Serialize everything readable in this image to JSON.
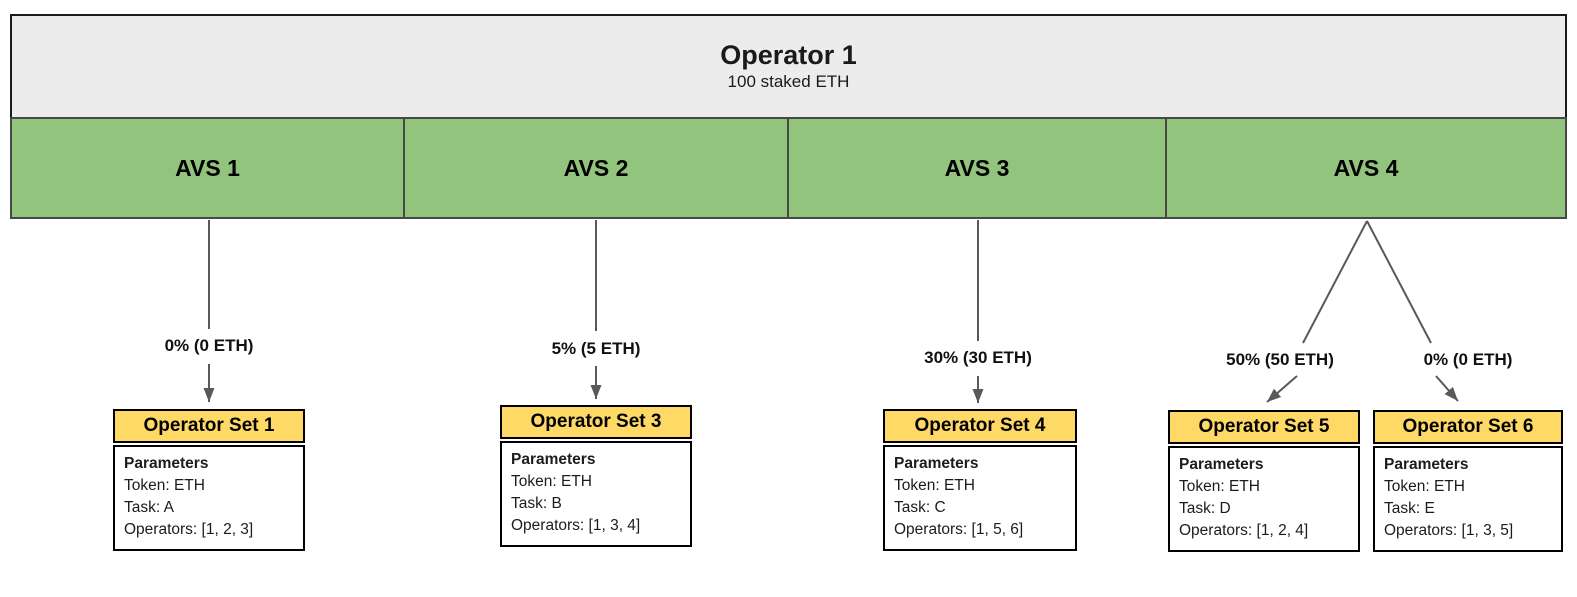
{
  "diagram": {
    "operator": {
      "title": "Operator 1",
      "subtitle": "100 staked ETH"
    },
    "avs_list": [
      {
        "label": "AVS 1"
      },
      {
        "label": "AVS 2"
      },
      {
        "label": "AVS 3"
      },
      {
        "label": "AVS 4"
      }
    ],
    "allocations": [
      {
        "from": "AVS 1",
        "to": "Operator Set 1",
        "label": "0% (0 ETH)"
      },
      {
        "from": "AVS 2",
        "to": "Operator Set 3",
        "label": "5% (5 ETH)"
      },
      {
        "from": "AVS 3",
        "to": "Operator Set 4",
        "label": "30% (30 ETH)"
      },
      {
        "from": "AVS 4",
        "to": "Operator Set 5",
        "label": "50% (50 ETH)"
      },
      {
        "from": "AVS 4",
        "to": "Operator Set 6",
        "label": "0% (0 ETH)"
      }
    ],
    "operator_sets": [
      {
        "title": "Operator Set 1",
        "params_heading": "Parameters",
        "token_line": "Token: ETH",
        "task_line": "Task: A",
        "operators_line": "Operators: [1, 2, 3]"
      },
      {
        "title": "Operator Set 3",
        "params_heading": "Parameters",
        "token_line": "Token: ETH",
        "task_line": "Task: B",
        "operators_line": "Operators: [1, 3, 4]"
      },
      {
        "title": "Operator Set 4",
        "params_heading": "Parameters",
        "token_line": "Token: ETH",
        "task_line": "Task: C",
        "operators_line": "Operators: [1, 5, 6]"
      },
      {
        "title": "Operator Set 5",
        "params_heading": "Parameters",
        "token_line": "Token: ETH",
        "task_line": "Task: D",
        "operators_line": "Operators: [1, 2, 4]"
      },
      {
        "title": "Operator Set 6",
        "params_heading": "Parameters",
        "token_line": "Token: ETH",
        "task_line": "Task: E",
        "operators_line": "Operators: [1, 3, 5]"
      }
    ],
    "colors": {
      "operator_bg": "#ececec",
      "avs_bg": "#93c47d",
      "opset_header_bg": "#ffd966",
      "border_dark": "#1b1b1b",
      "connector": "#595959"
    }
  }
}
